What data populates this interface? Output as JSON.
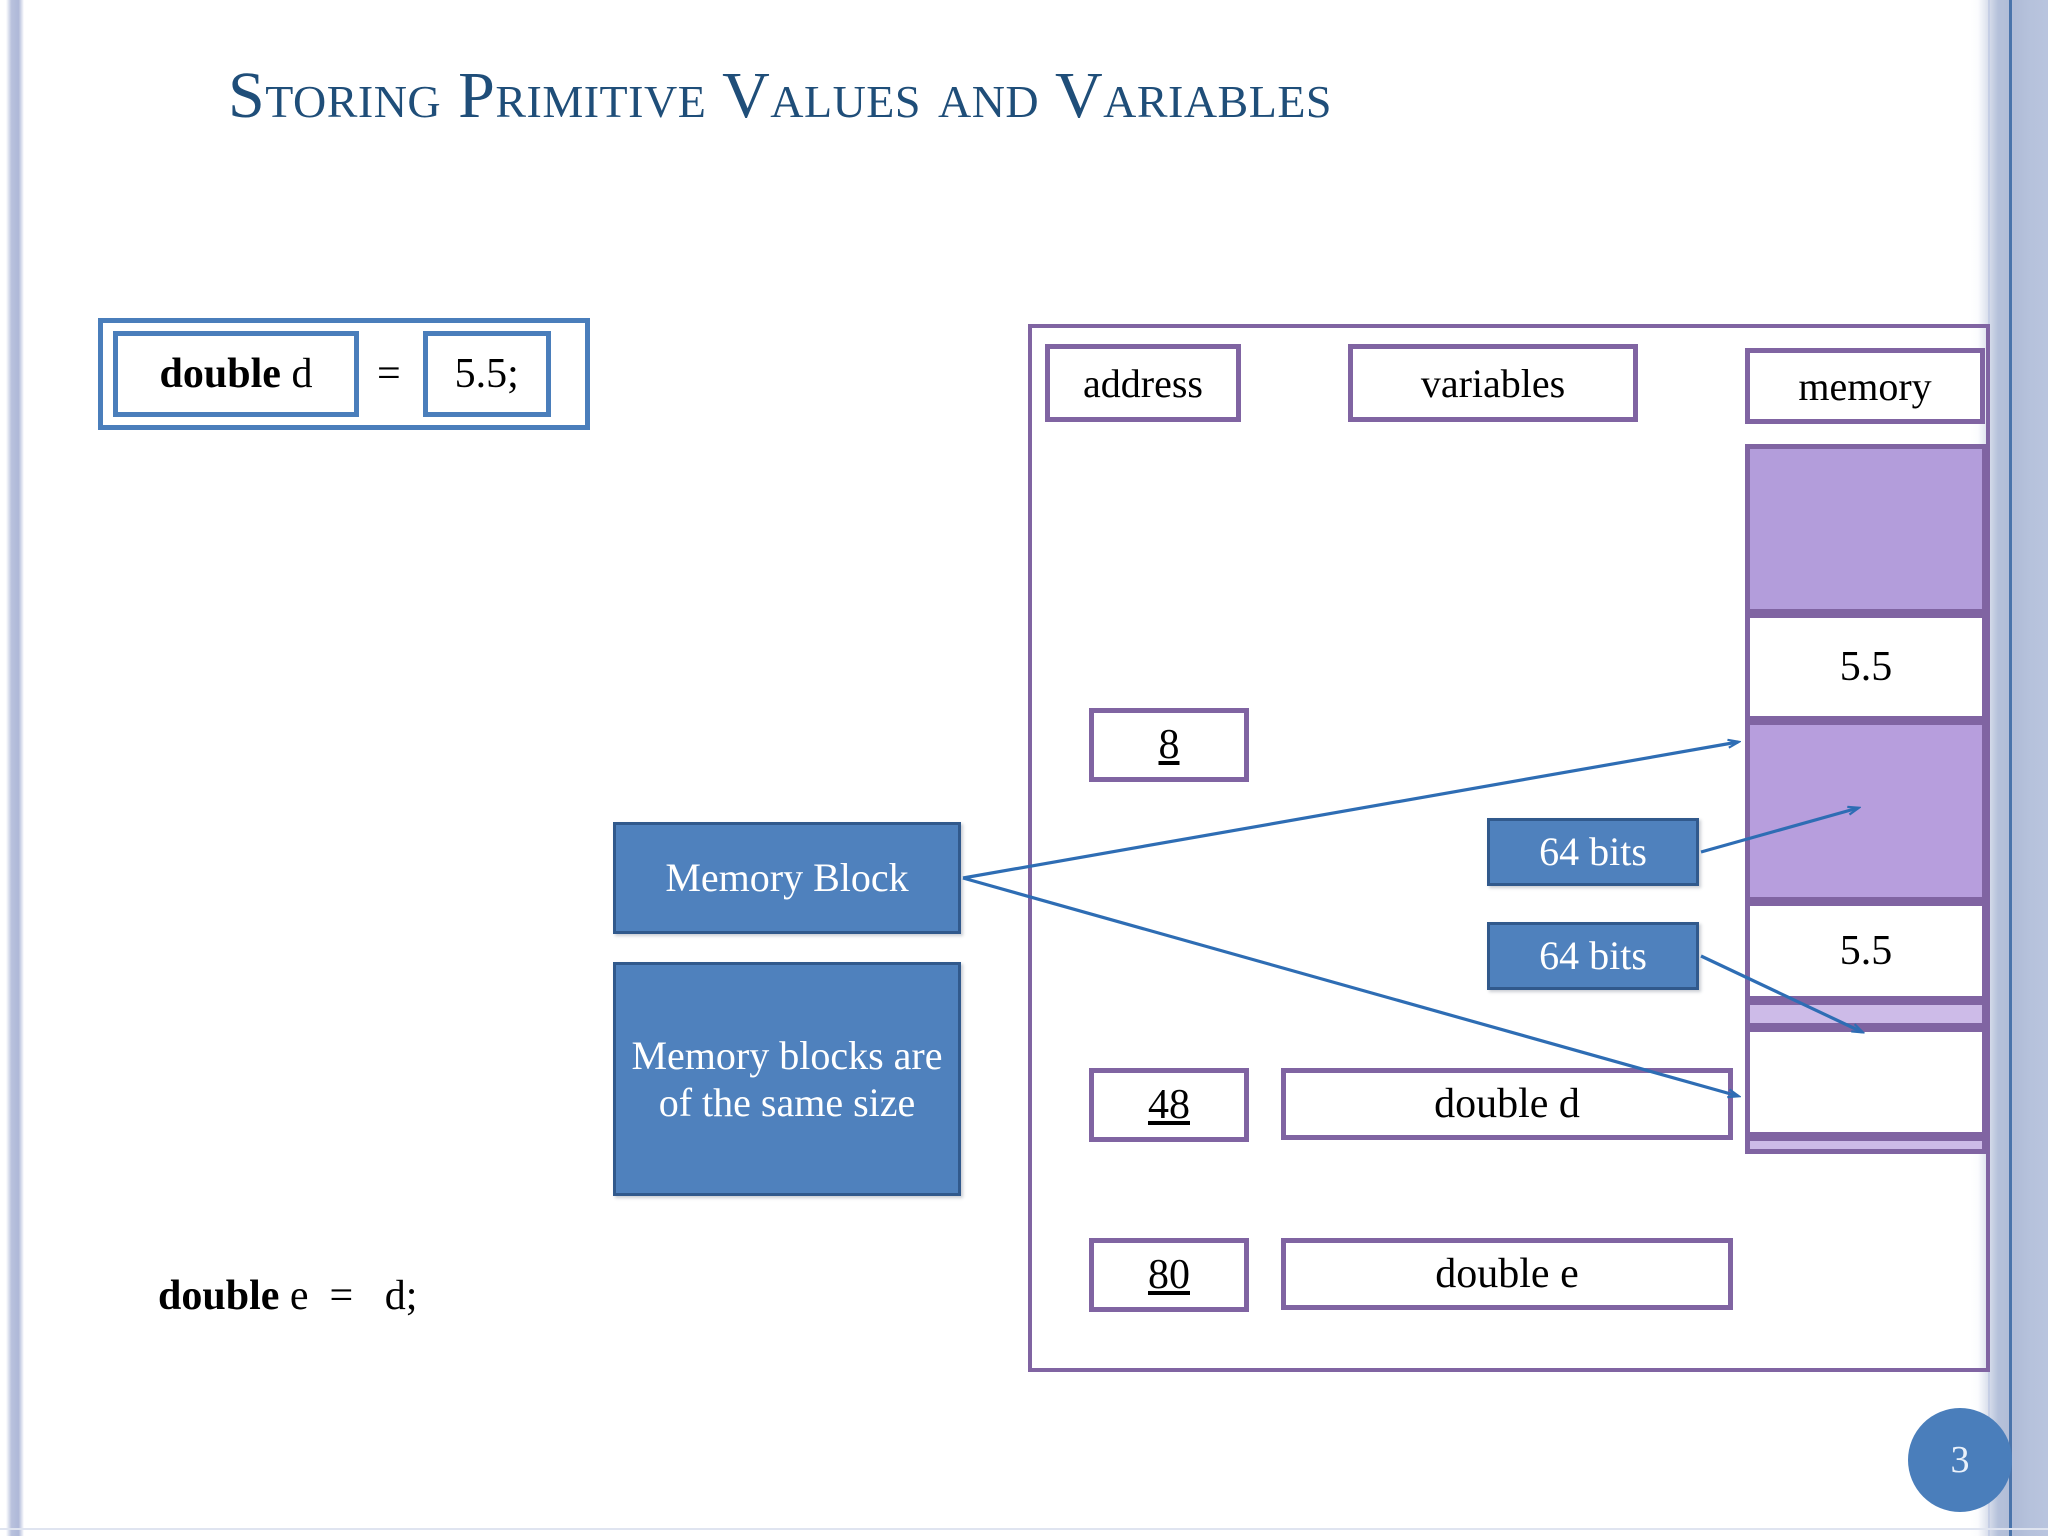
{
  "slide": {
    "title": "Storing Primitive Values and Variables",
    "page_number": "3",
    "accent_blue": "#4a7ebb",
    "title_color": "#1f4e79",
    "panel_purple": "#8064a2",
    "memory_fill": "#b39ddb",
    "callout_blue": "#4f81bd"
  },
  "code_statements": {
    "first": {
      "declaration": "double d",
      "declaration_keyword": "double",
      "declaration_name": " d",
      "equals": "=",
      "value": "5.5;"
    },
    "second": {
      "keyword": "double",
      "rest": " e  =   d;"
    }
  },
  "diagram": {
    "headers": {
      "address": "address",
      "variables": "variables",
      "memory": "memory"
    },
    "rows": [
      {
        "address": "8",
        "variable": ""
      },
      {
        "address": "48",
        "variable": "double d"
      },
      {
        "address": "80",
        "variable": "double e"
      }
    ],
    "memory_cells": [
      {
        "kind": "fill",
        "value": "",
        "height": 170
      },
      {
        "kind": "white",
        "value": "5.5",
        "height": 108
      },
      {
        "kind": "fill2",
        "value": "",
        "height": 182
      },
      {
        "kind": "white",
        "value": "5.5",
        "height": 100
      },
      {
        "kind": "thin",
        "value": "",
        "height": 28
      },
      {
        "kind": "white",
        "value": "",
        "height": 110
      },
      {
        "kind": "thin",
        "value": "",
        "height": 18
      }
    ],
    "callouts": {
      "memory_block": "Memory Block",
      "same_size": "Memory blocks are of the same size",
      "bits_1": "64 bits",
      "bits_2": "64 bits"
    }
  }
}
